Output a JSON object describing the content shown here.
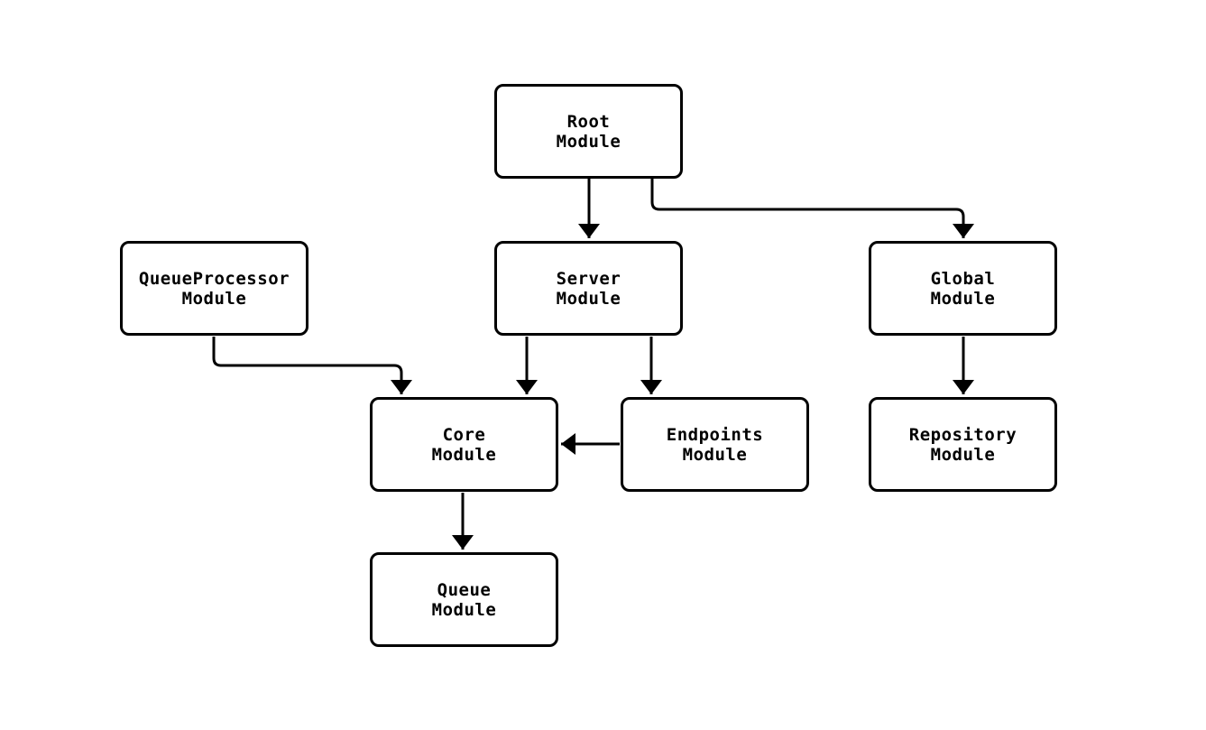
{
  "diagram": {
    "type": "dependency-flowchart",
    "background_color": "#ffffff",
    "node_fill_color": "#ffffff",
    "node_border_color": "#000000",
    "edge_color": "#000000",
    "text_color": "#000000",
    "nodes": [
      {
        "id": "root",
        "label": "Root\nModule"
      },
      {
        "id": "queueprocessor",
        "label": "QueueProcessor\nModule"
      },
      {
        "id": "server",
        "label": "Server\nModule"
      },
      {
        "id": "global",
        "label": "Global\nModule"
      },
      {
        "id": "core",
        "label": "Core\nModule"
      },
      {
        "id": "endpoints",
        "label": "Endpoints\nModule"
      },
      {
        "id": "repository",
        "label": "Repository\nModule"
      },
      {
        "id": "queue",
        "label": "Queue\nModule"
      }
    ],
    "edges": [
      {
        "from": "root",
        "to": "server"
      },
      {
        "from": "root",
        "to": "global"
      },
      {
        "from": "queueprocessor",
        "to": "core"
      },
      {
        "from": "server",
        "to": "core"
      },
      {
        "from": "server",
        "to": "endpoints"
      },
      {
        "from": "endpoints",
        "to": "core"
      },
      {
        "from": "global",
        "to": "repository"
      },
      {
        "from": "core",
        "to": "queue"
      }
    ]
  }
}
